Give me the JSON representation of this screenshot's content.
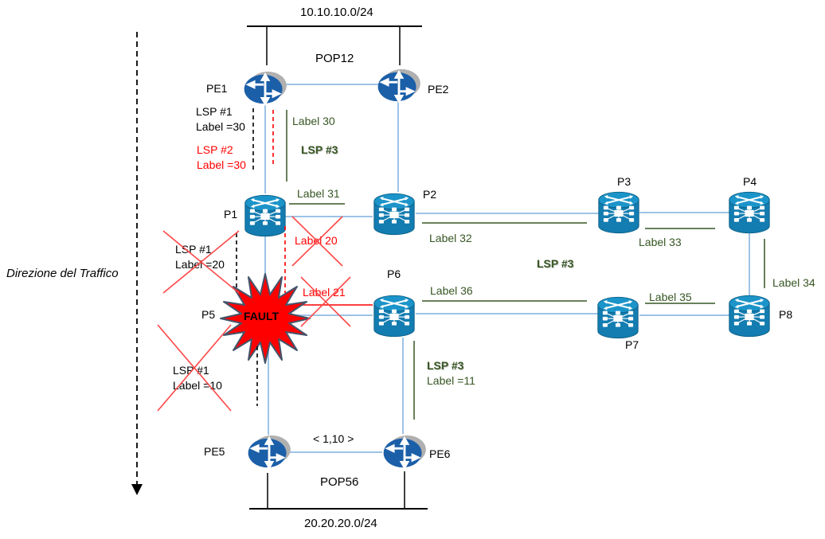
{
  "colors": {
    "link_blue": "#9DC3E6",
    "lsp_green": "#375623",
    "alert_red": "#FF0000",
    "router_fill": "#1B5FA8",
    "switch_fill": "#137CB0",
    "fault_fill": "#FF0000",
    "fault_outline": "#44546A"
  },
  "direction_note": "Direzione del Traffico",
  "top_network": {
    "subnet": "10.10.10.0/24",
    "pop": "POP12"
  },
  "bottom_network": {
    "subnet": "20.20.20.0/24",
    "pop": "POP56"
  },
  "link_cost": "< 1,10 >",
  "fault": "FAULT",
  "nodes": {
    "pe1": "PE1",
    "pe2": "PE2",
    "p1": "P1",
    "p2": "P2",
    "p3": "P3",
    "p4": "P4",
    "p5": "P5",
    "p6": "P6",
    "p7": "P7",
    "p8": "P8",
    "pe5": "PE5",
    "pe6": "PE6"
  },
  "lsp_notes": {
    "lsp1_pe1": {
      "name": "LSP #1",
      "label": "Label =30"
    },
    "lsp2_pe1": {
      "name": "LSP #2",
      "label": "Label =30"
    },
    "lsp1_p1": {
      "name": "LSP #1",
      "label": "Label =20"
    },
    "lsp1_p5": {
      "name": "LSP #1",
      "label": "Label =10"
    },
    "lsp3_p6": {
      "name": "LSP #3",
      "label": "Label =11"
    },
    "lsp3_pe1": "LSP #3",
    "lsp3_core": "LSP #3"
  },
  "hop_labels": {
    "label30": "Label 30",
    "label31": "Label 31",
    "label32": "Label 32",
    "label33": "Label 33",
    "label34": "Label 34",
    "label35": "Label 35",
    "label36": "Label 36",
    "label20": "Label 20",
    "label21": "Label 21"
  }
}
